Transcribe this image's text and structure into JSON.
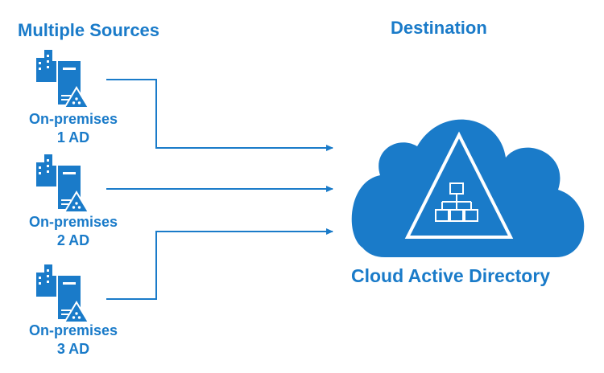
{
  "headings": {
    "sources": "Multiple Sources",
    "destination": "Destination"
  },
  "sources": [
    {
      "line1": "On-premises",
      "line2": "1 AD"
    },
    {
      "line1": "On-premises",
      "line2": "2 AD"
    },
    {
      "line1": "On-premises",
      "line2": "3 AD"
    }
  ],
  "destination": {
    "label": "Cloud Active Directory"
  },
  "colors": {
    "accent": "#1a7bc9",
    "background": "#ffffff"
  }
}
